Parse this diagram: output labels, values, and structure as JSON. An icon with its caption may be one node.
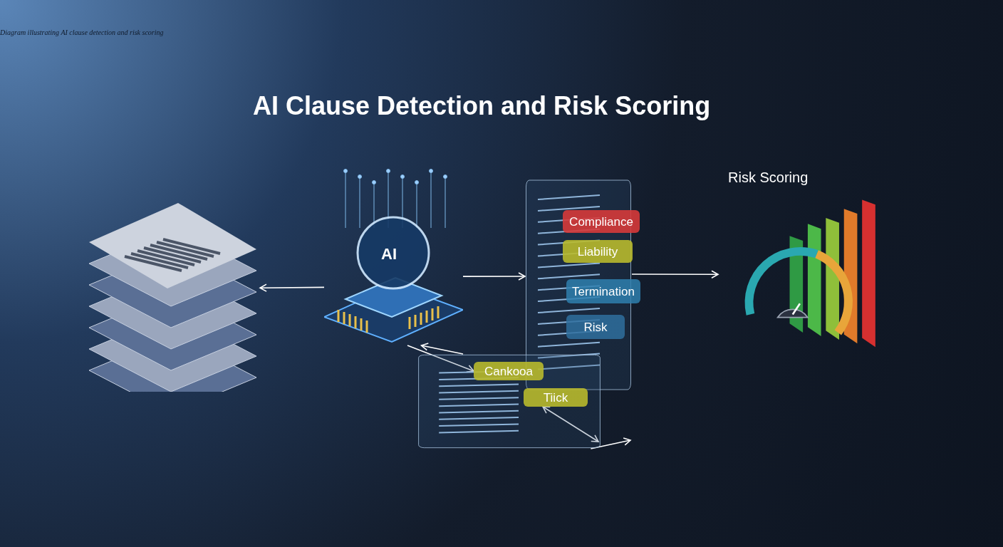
{
  "diagram": {
    "title": "AI Clause Detection and Risk Scoring",
    "caption": "Diagram illustrating AI clause detection and risk scoring",
    "nodes": [
      {
        "text": [],
        "shape": "picture"
      },
      {
        "text": [
          "AI"
        ]
      },
      {
        "text": [],
        "shape": "picture"
      },
      {
        "text": [
          "Compliance"
        ],
        "in": 2
      },
      {
        "text": [
          "Liability"
        ],
        "in": 2
      },
      {
        "text": [
          "Termination"
        ],
        "in": 2
      },
      {
        "text": [
          "Risk"
        ],
        "in": 2
      },
      {
        "text": [],
        "shape": "picture"
      },
      {
        "text": [
          "Cankooa"
        ],
        "in": 7
      },
      {
        "text": [
          "Tiick"
        ],
        "in": 7
      },
      {
        "text": [
          "Risk Scoring"
        ]
      }
    ],
    "edges": [
      {
        "from": 1,
        "to": 0,
        "arrow": "to"
      },
      {
        "from": 1,
        "to": 2,
        "arrow": "to"
      },
      {
        "from": 2,
        "to": 10,
        "arrow": "to"
      },
      {
        "from": 7,
        "to": 1,
        "arrow": "to"
      },
      {
        "from": 1,
        "to": 8,
        "arrow": "to"
      },
      {
        "from": 7,
        "to": null,
        "arrow": "to"
      },
      {
        "from": 9,
        "to": null,
        "arrow": "both"
      }
    ]
  }
}
